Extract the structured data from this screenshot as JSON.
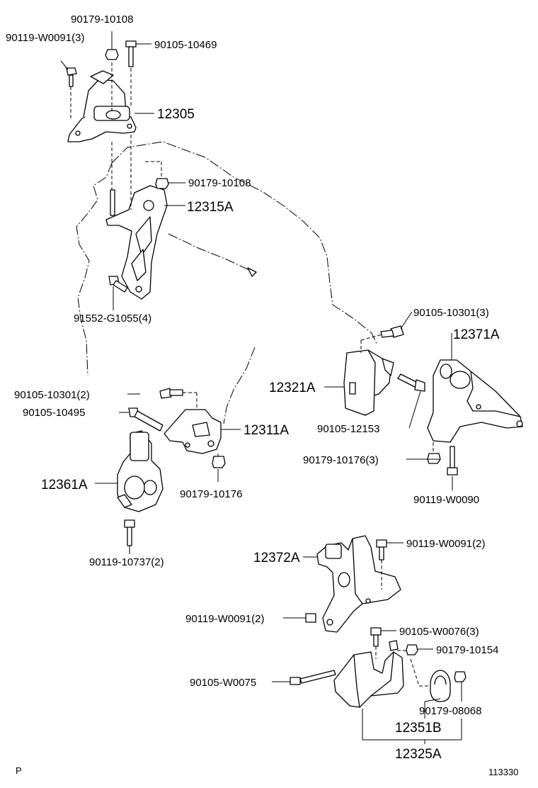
{
  "labels": {
    "l01": "90179-10108",
    "l02": "90119-W0091(3)",
    "l03": "90105-10469",
    "l04": "12305",
    "l05": "90179-10108",
    "l06": "12315A",
    "l07": "91552-G1055(4)",
    "l08": "90105-10301(3)",
    "l09": "12371A",
    "l10": "12321A",
    "l11": "90105-10301(2)",
    "l12": "90105-10495",
    "l13": "12311A",
    "l14": "90105-12153",
    "l15": "90179-10176(3)",
    "l16": "12361A",
    "l17": "90179-10176",
    "l18": "90119-W0090",
    "l19": "90119-10737(2)",
    "l20": "12372A",
    "l21": "90119-W0091(2)",
    "l22": "90119-W0091(2)",
    "l23": "90105-W0076(3)",
    "l24": "90179-10154",
    "l25": "90105-W0075",
    "l26": "90179-08068",
    "l27": "12351B",
    "l28": "12325A"
  },
  "footer": {
    "left_mark": "P",
    "diagram_number": "113330"
  }
}
